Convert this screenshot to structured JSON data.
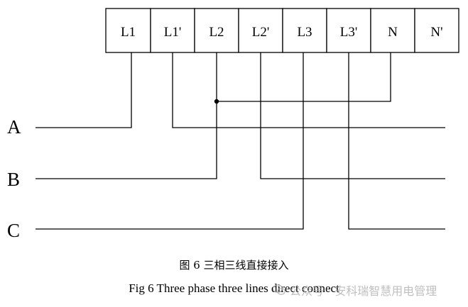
{
  "terminals": [
    "L1",
    "L1'",
    "L2",
    "L2'",
    "L3",
    "L3'",
    "N",
    "N'"
  ],
  "phases": [
    "A",
    "B",
    "C"
  ],
  "caption_cn": "图 6  三相三线直接接入",
  "caption_en": "Fig 6 Three phase three lines direct connect",
  "watermark": "公众号 · 安科瑞智慧用电管理",
  "watermark_icon": "wechat-icon"
}
